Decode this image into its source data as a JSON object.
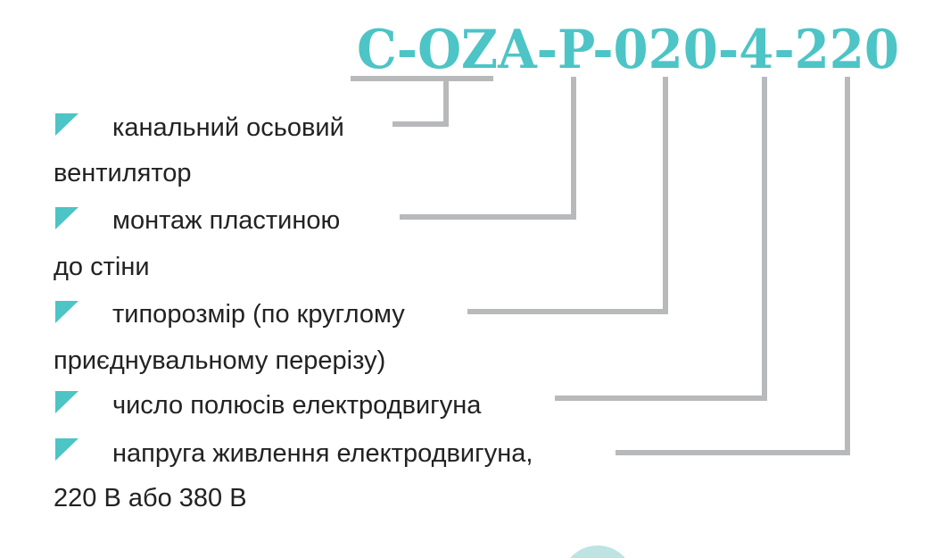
{
  "code": "C-OZA-P-020-4-220",
  "items": [
    {
      "line1": "канальний осьовий",
      "line2": "вентилятор"
    },
    {
      "line1": "монтаж пластиною",
      "line2": "до стіни"
    },
    {
      "line1": "типорозмір (по круглому",
      "line2": "приєднувальному перерізу)"
    },
    {
      "line1": "число полюсів електродвигуна",
      "line2": ""
    },
    {
      "line1": "напруга живлення електродвигуна,",
      "line2": "220 В або 380 В"
    }
  ],
  "colors": {
    "accent": "#4DC4C6",
    "lines": "#B8B9BB",
    "circle": "#BDE3E3"
  }
}
